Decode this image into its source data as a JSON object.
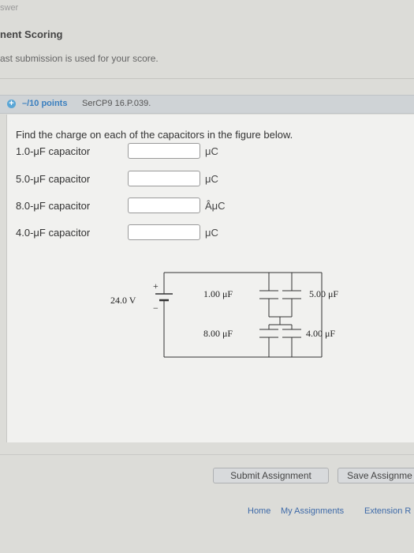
{
  "top": {
    "answer_text": "swer",
    "scoring_title": "nent Scoring",
    "scoring_note": "ast submission is used for your score."
  },
  "question": {
    "points": "–/10 points",
    "id": "SerCP9 16.P.039.",
    "prompt": "Find the charge on each of the capacitors in the figure below.",
    "rows": [
      {
        "label": "1.0-μF capacitor",
        "value": "",
        "unit": "μC"
      },
      {
        "label": "5.0-μF capacitor",
        "value": "",
        "unit": "μC"
      },
      {
        "label": "8.0-μF capacitor",
        "value": "",
        "unit": "ÂμC"
      },
      {
        "label": "4.0-μF capacitor",
        "value": "",
        "unit": "μC"
      }
    ],
    "circuit": {
      "battery": "24.0 V",
      "plus": "+",
      "minus": "−",
      "c1": "1.00 μF",
      "c2": "5.00 μF",
      "c3": "8.00 μF",
      "c4": "4.00 μF"
    }
  },
  "buttons": {
    "submit": "Submit Assignment",
    "save": "Save Assignme"
  },
  "footer": {
    "home": "Home",
    "my_assignments": "My Assignments",
    "extension": "Extension R"
  },
  "colors": {
    "points_blue": "#3a7fbf",
    "link_blue": "#3e6aa8"
  }
}
